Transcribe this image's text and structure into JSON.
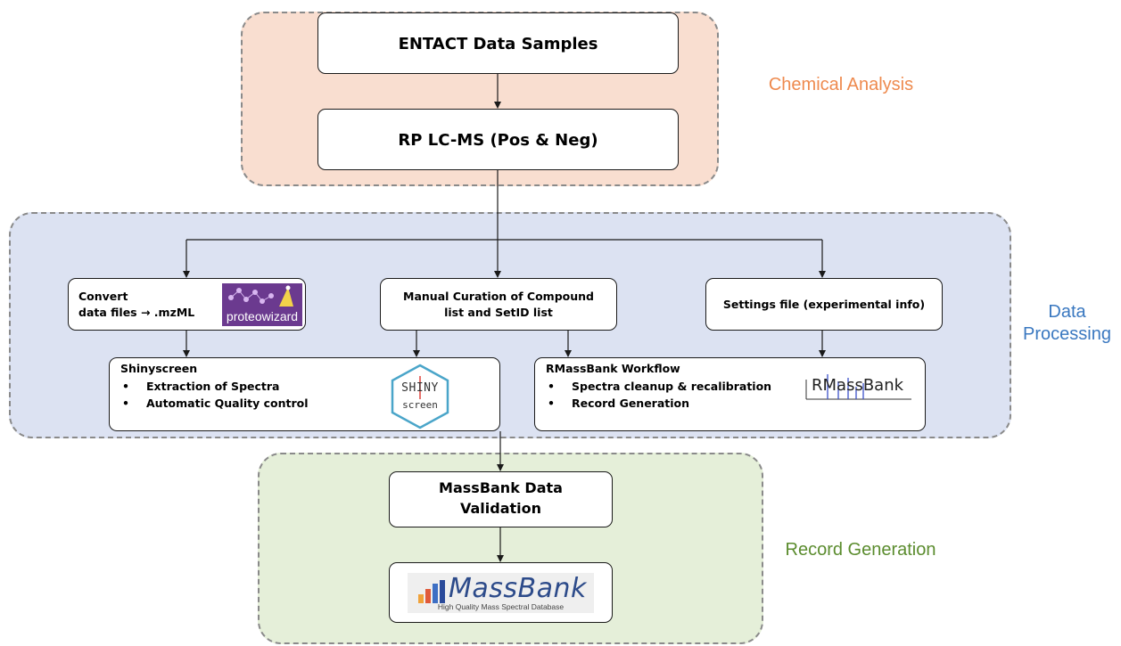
{
  "regions": {
    "chemical": {
      "label": "Chemical Analysis",
      "color": "#ee8a4e"
    },
    "processing": {
      "label_line1": "Data",
      "label_line2": "Processing",
      "color": "#3a78c0"
    },
    "record": {
      "label": "Record Generation",
      "color": "#5b8c2e"
    }
  },
  "nodes": {
    "entact": "ENTACT Data Samples",
    "rplcms": "RP LC-MS (Pos & Neg)",
    "convert_line1": "Convert",
    "convert_line2": "data files → .mzML",
    "proteowizard_logo": "proteowizard",
    "curation_line1": "Manual Curation of Compound",
    "curation_line2": "list and SetID list",
    "settings": "Settings file (experimental info)",
    "shinyscreen_title": "Shinyscreen",
    "shinyscreen_items": [
      "Extraction of Spectra",
      "Automatic Quality control"
    ],
    "shinyscreen_logo_line1": "SHINY",
    "shinyscreen_logo_line2": "screen",
    "rmassbank_title": "RMassBank Workflow",
    "rmassbank_items": [
      "Spectra cleanup & recalibration",
      "Record Generation"
    ],
    "rmassbank_logo": "RMassBank",
    "validation_line1": "MassBank Data",
    "validation_line2": "Validation",
    "massbank_logo": "MassBank",
    "massbank_tagline": "High Quality Mass Spectral Database"
  }
}
